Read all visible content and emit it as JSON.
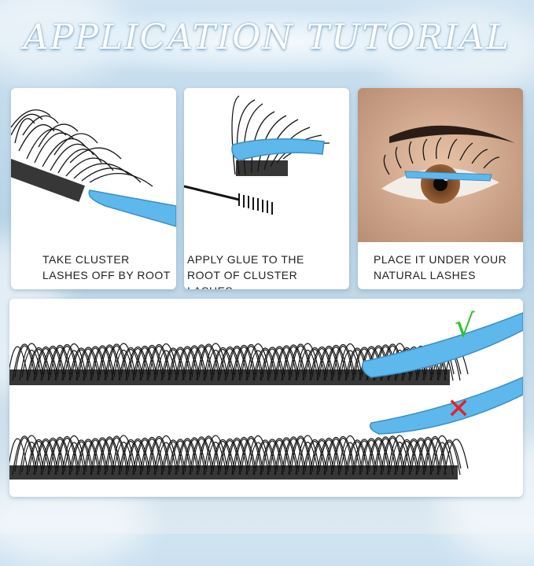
{
  "title": "APPLICATION TUTORIAL",
  "steps": [
    {
      "caption_line1": "TAKE CLUSTER",
      "caption_line2": "LASHES OFF BY ROOT"
    },
    {
      "caption_line1": "APPLY GLUE TO THE",
      "caption_line2": "ROOT OF CLUSTER LASHES"
    },
    {
      "caption_line1": "PLACE IT UNDER YOUR",
      "caption_line2": "NATURAL LASHES"
    }
  ],
  "indicators": {
    "correct": "√",
    "wrong": "✕"
  },
  "colors": {
    "tweezer": "#5fb8ec",
    "correct": "#2ec22e",
    "wrong": "#e0242c",
    "lash": "#141414"
  }
}
